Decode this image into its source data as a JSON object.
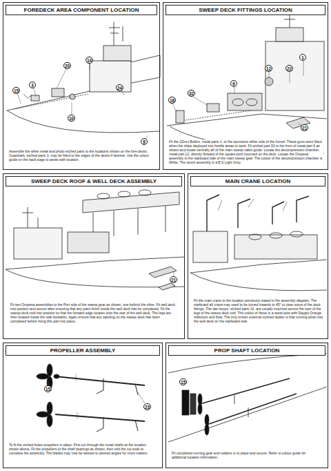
{
  "diagram": {
    "nodes": [
      {
        "text": [
          "FOREDECK AREA COMPONENT LOCATION",
          "Assemble the white metal and photo etched parts to the locations shown on the fore decks. Guardrails, etched parts 3, may be fitted to the edges of the decks if desired. Use the colour guide on the back page to assist with location."
        ]
      },
      {
        "text": [
          "SWEEP DECK FITTINGS LOCATION",
          "Fit the 22mm Bofors, metal parts 1, to the sponsons either side of the funnel. These guns were fitted when the ships deployed into hostile areas to work. Fit etched part 32 to the front of metal part 6 as shown and locate centrally aft of the main sweep cable guide. Locate the decompression chamber, metal part 12, directly forward of the square post mounted on the deck. Locate the Oropesa assembly to the starboard side of the main sweep gear. The colour of the decompression chamber is White. The winch assembly is a B.S Light Grey."
        ]
      },
      {
        "text": [
          "SWEEP DECK ROOF & WELL DECK ASSEMBLY",
          "Fit two Oropesa assemblies to the Port side of the sweep gear as shown, one behind the other. Fit well deck into position and secure after ensuring that any paint finish inside the well deck has be completed. Fit the sweep deck roof into position so that the forward edge locates onto the rear of the well deck. The legs are then located inside the side bulwarks. Again ensure that any painting on the sweep deck has been completed before fixing this part into place."
        ]
      },
      {
        "text": [
          "MAIN CRANE LOCATION",
          "Fit the main crane to the location previously stated in the assembly diagram. The starboard aft crane may need to be turned inwards to 45° to clear some of the deck fittings. The dan buoys, etched parts 31, are usually mounted across the tops of the legs of the sweep deck roof. The colour of these is a wood pole with Dayglo Orange reflectors and float. The only known external inclined ladder is that running down into the well deck on the starboard side."
        ]
      },
      {
        "text": [
          "PROPELLER ASSEMBLY",
          "To fit the etched brass propellers in place: First cut through the metal shafts at the location shown above. Fit the propellers to the shaft bearings as shown, then refit the cut ends to complete the assembly. The blades may now be twisted to desired angles for more realism."
        ]
      },
      {
        "text": [
          "PROP SHAFT LOCATION",
          "Fit completed running gear and rudders in to place and secure. Refer to colour guide for additional location information."
        ]
      }
    ],
    "labels": [
      "20",
      "14",
      "3",
      "15",
      "24",
      "10",
      "8",
      "1",
      "22",
      "12",
      "6",
      "32",
      "18",
      "21",
      "21",
      "15",
      "23",
      "15"
    ]
  }
}
